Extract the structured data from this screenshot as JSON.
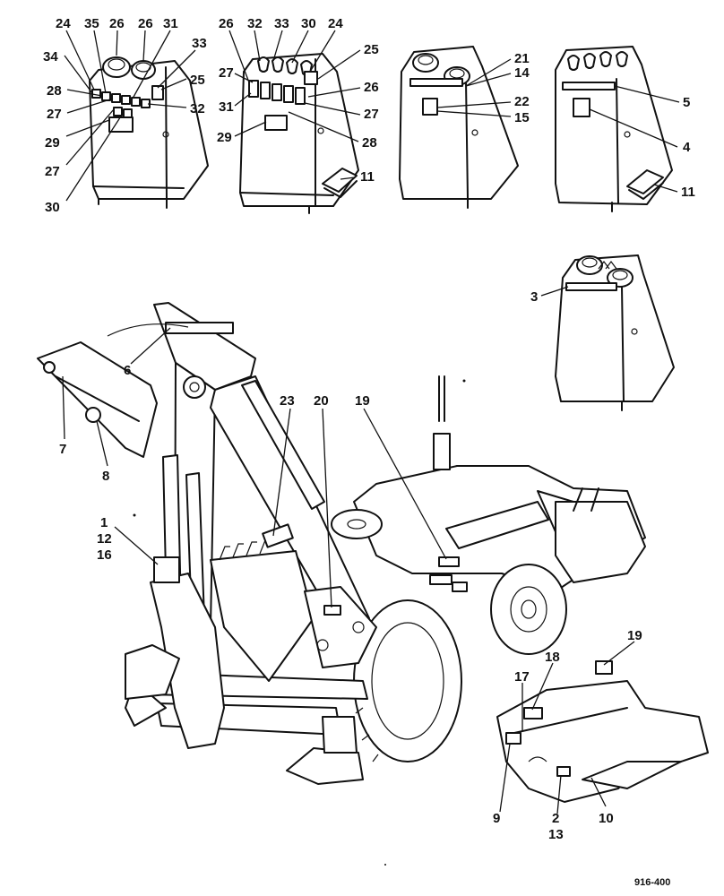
{
  "diagram": {
    "reference": "916-400",
    "views": {
      "console_a": [
        "24",
        "35",
        "26",
        "26",
        "31",
        "33",
        "34",
        "28",
        "27",
        "29",
        "27",
        "30",
        "25",
        "32"
      ],
      "console_b": [
        "26",
        "32",
        "33",
        "30",
        "24",
        "25",
        "27",
        "31",
        "29",
        "26",
        "27",
        "28",
        "11"
      ],
      "console_c": [
        "21",
        "14",
        "22",
        "15"
      ],
      "console_d": [
        "5",
        "4",
        "11"
      ],
      "console_e": [
        "3"
      ],
      "machine": [
        "6",
        "7",
        "8",
        "23",
        "20",
        "19",
        "1",
        "12",
        "16"
      ],
      "loader_bucket": [
        "19",
        "18",
        "17",
        "9",
        "2",
        "13",
        "10"
      ]
    }
  },
  "callouts": {
    "c1": "24",
    "c2": "35",
    "c3": "26",
    "c4": "26",
    "c5": "31",
    "c6": "33",
    "c7": "34",
    "c8": "28",
    "c9": "27",
    "c10": "29",
    "c11": "27",
    "c12": "30",
    "c13": "25",
    "c14": "32",
    "c15": "26",
    "c16": "32",
    "c17": "33",
    "c18": "30",
    "c19": "24",
    "c20": "25",
    "c21": "27",
    "c22": "31",
    "c23": "29",
    "c24": "26",
    "c25": "27",
    "c26": "28",
    "c27": "11",
    "c28": "21",
    "c29": "14",
    "c30": "22",
    "c31": "15",
    "c32": "5",
    "c33": "4",
    "c34": "11",
    "c35": "3",
    "c36": "6",
    "c37": "7",
    "c38": "8",
    "c39": "23",
    "c40": "20",
    "c41": "19",
    "c42": "1",
    "c43": "12",
    "c44": "16",
    "c45": "19",
    "c46": "18",
    "c47": "17",
    "c48": "9",
    "c49": "2",
    "c50": "13",
    "c51": "10"
  }
}
